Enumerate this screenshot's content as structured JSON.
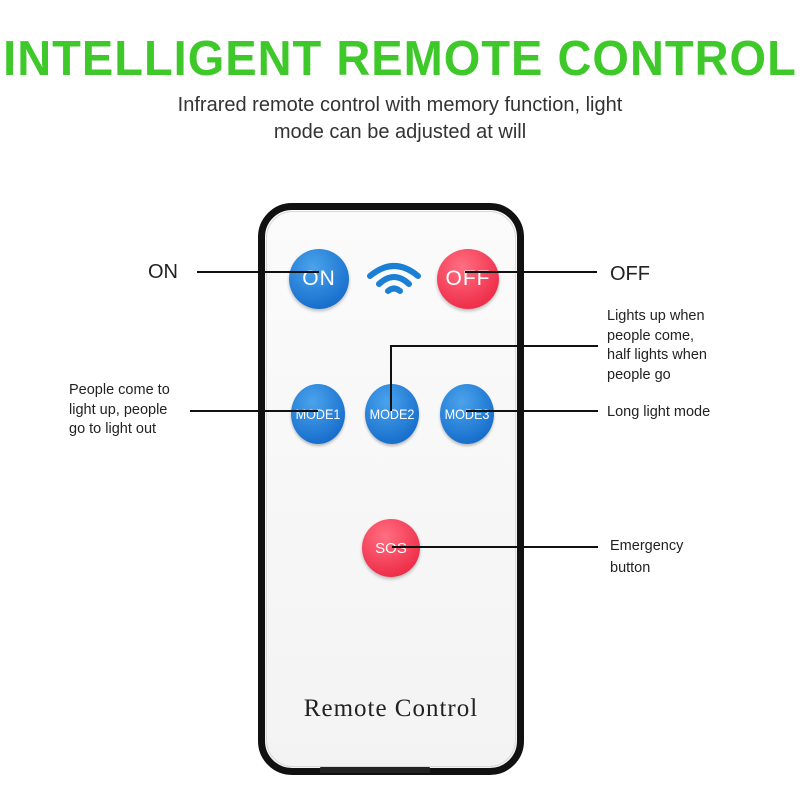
{
  "header": {
    "title": "INTELLIGENT REMOTE CONTROL",
    "subtitle_line1": "Infrared remote control with memory function, light",
    "subtitle_line2": "mode can be adjusted at will"
  },
  "remote": {
    "label": "Remote Control",
    "buttons": {
      "on": "ON",
      "off": "OFF",
      "mode1": "MODE1",
      "mode2": "MODE2",
      "mode3": "MODE3",
      "sos": "SOS"
    },
    "signal_icon": "wifi-signal-icon"
  },
  "callouts": {
    "on": "ON",
    "off": "OFF",
    "mode1": [
      "People come to",
      "light up, people",
      "go to light out"
    ],
    "mode2": [
      "Lights up when",
      "people come,",
      "half lights when",
      "people go"
    ],
    "mode3": "Long light mode",
    "sos": [
      "Emergency",
      "button"
    ]
  },
  "colors": {
    "title": "#3ec82a",
    "blue_button": "#1b73cf",
    "red_button": "#f0324d",
    "remote_frame": "#111111"
  }
}
